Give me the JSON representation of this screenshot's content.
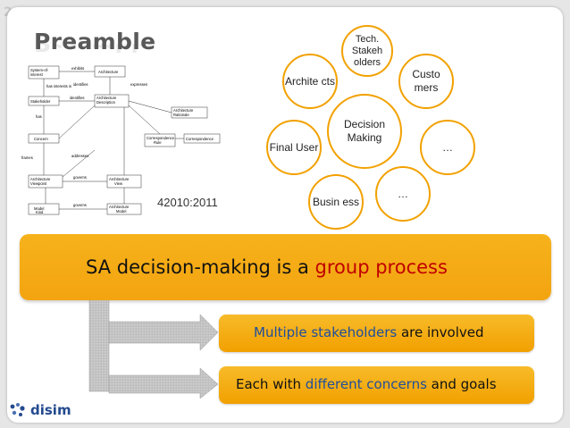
{
  "slide": {
    "page_number": "2",
    "title": "Preamble",
    "standard_label": "42010:2011"
  },
  "diagram": {
    "center": "Decision Making",
    "satellites": {
      "tech": "Tech. Stakeh olders",
      "customers": "Custo mers",
      "dots1": "…",
      "dots2": "…",
      "business": "Busin ess",
      "final_user": "Final User",
      "architects": "Archite cts"
    }
  },
  "uml": {
    "boxes": [
      "System-of-interest",
      "Architecture",
      "Stakeholder",
      "Architecture Description",
      "Architecture Rationale",
      "Concern",
      "Correspondence Rule",
      "Correspondence",
      "Architecture Viewpoint",
      "Architecture View",
      "Model Kind",
      "Architecture Model"
    ],
    "labels": [
      "exhibits",
      "has interests in",
      "identifies",
      "expresses",
      "identifies",
      "has",
      "frames",
      "governs",
      "governs",
      "addresses"
    ]
  },
  "banner": {
    "prefix": "SA decision-making is a ",
    "highlight": "group process"
  },
  "points": [
    {
      "pre": "",
      "highlight": "Multiple stakeholders",
      "post": " are involved"
    },
    {
      "pre": "Each with ",
      "highlight": "different concerns",
      "post": " and goals"
    }
  ],
  "logo": {
    "text": "disim"
  },
  "colors": {
    "accent": "#f3a410",
    "highlight_red": "#c00000",
    "highlight_blue": "#1f4e9c",
    "title_gray": "#595959"
  }
}
